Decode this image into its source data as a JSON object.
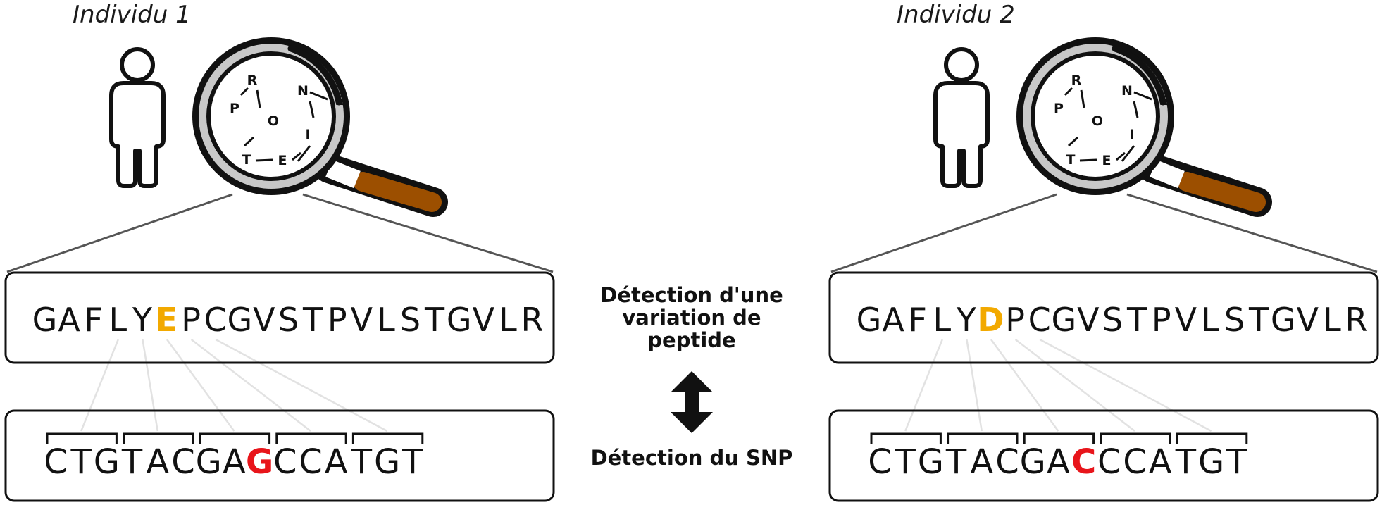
{
  "individuals": [
    {
      "title": "Individu 1",
      "magnifier_letters": [
        "R",
        "N",
        "E",
        "P",
        "O",
        "I",
        "T",
        "E"
      ],
      "peptide": [
        "G",
        "A",
        "F",
        "L",
        "Y",
        "E",
        "P",
        "C",
        "G",
        "V",
        "S",
        "T",
        "P",
        "V",
        "L",
        "S",
        "T",
        "G",
        "V",
        "L",
        "R"
      ],
      "peptide_variant_index": 5,
      "dna": [
        "C",
        "T",
        "G",
        "T",
        "A",
        "C",
        "G",
        "A",
        "G",
        "C",
        "C",
        "A",
        "T",
        "G",
        "T"
      ],
      "dna_variant_index": 8
    },
    {
      "title": "Individu 2",
      "magnifier_letters": [
        "R",
        "N",
        "E",
        "P",
        "O",
        "I",
        "T",
        "E"
      ],
      "peptide": [
        "G",
        "A",
        "F",
        "L",
        "Y",
        "D",
        "P",
        "C",
        "G",
        "V",
        "S",
        "T",
        "P",
        "V",
        "L",
        "S",
        "T",
        "G",
        "V",
        "L",
        "R"
      ],
      "peptide_variant_index": 5,
      "dna": [
        "C",
        "T",
        "G",
        "T",
        "A",
        "C",
        "G",
        "A",
        "C",
        "C",
        "C",
        "A",
        "T",
        "G",
        "T"
      ],
      "dna_variant_index": 8
    }
  ],
  "center": {
    "peptide_label": "Détection d'une variation de peptide",
    "snp_label": "Détection du SNP"
  },
  "colors": {
    "peptide_variant": "#f2a900",
    "dna_variant": "#e8151b",
    "magnifier_handle": "#9c4f00",
    "lens_ring": "#c8c8c8",
    "zoom_lines": "#555555",
    "mapping_lines": "#e2e2e2"
  }
}
